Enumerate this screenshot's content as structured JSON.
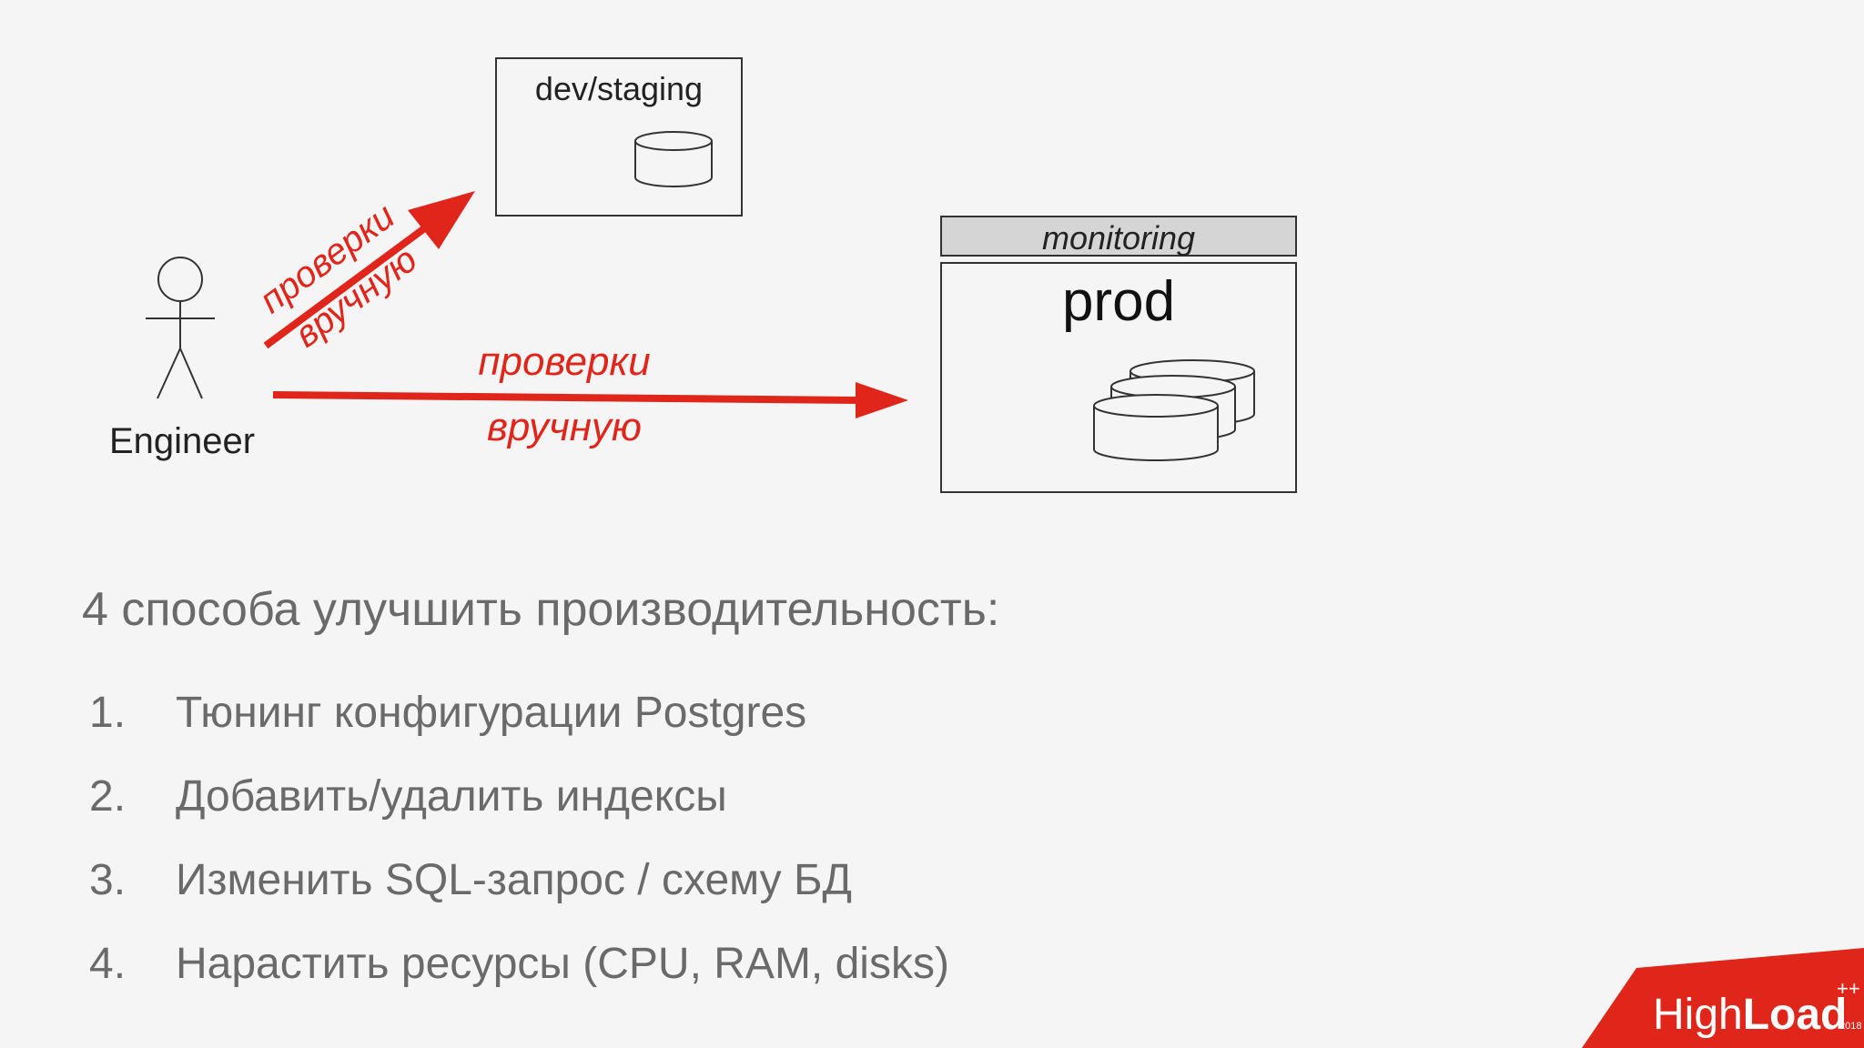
{
  "diagram": {
    "staging_label": "dev/staging",
    "monitoring_label": "monitoring",
    "prod_label": "prod",
    "actor_label": "Engineer",
    "arrow_to_staging": {
      "line1": "проверки",
      "line2": "вручную"
    },
    "arrow_to_prod": {
      "line1": "проверки",
      "line2": "вручную"
    },
    "accent_color": "#e0251b"
  },
  "content": {
    "heading": "4 способа улучшить производительность:",
    "items": [
      {
        "num": "1.",
        "text": "Тюнинг конфигурации Postgres"
      },
      {
        "num": "2.",
        "text": "Добавить/удалить индексы"
      },
      {
        "num": "3.",
        "text": "Изменить SQL-запрос / схему БД"
      },
      {
        "num": "4.",
        "text": "Нарастить ресурсы (CPU, RAM, disks)"
      }
    ]
  },
  "logo": {
    "part1": "High",
    "part2": "Load",
    "sup": "++",
    "year": "2018"
  }
}
